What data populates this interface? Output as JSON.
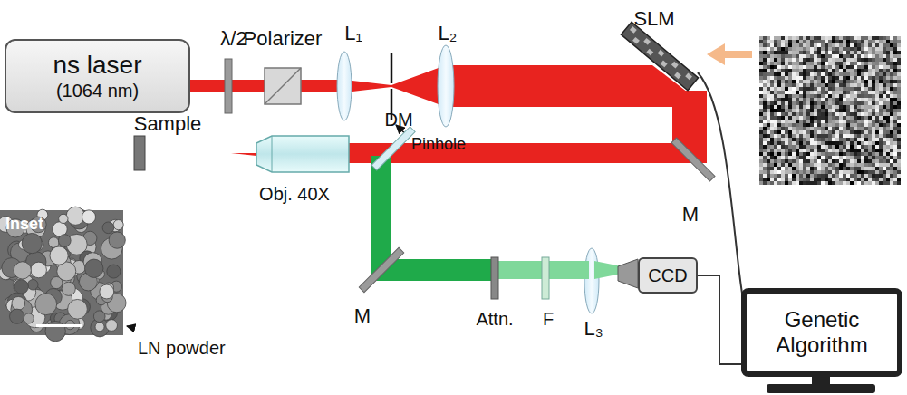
{
  "diagram": {
    "nodes": [
      {
        "text": [
          "ns laser",
          "(1064 nm)"
        ]
      },
      {
        "text": [
          "CCD"
        ]
      },
      {
        "text": [
          "Genetic Algorithm"
        ]
      }
    ],
    "edges": [
      {
        "from": 1,
        "to": 2,
        "arrow": "none"
      }
    ],
    "labels": [
      "λ/2",
      "Polarizer",
      "L₁",
      "L₂",
      "SLM",
      "Sample",
      "Pinhole",
      "DM",
      "Obj. 40X",
      "M",
      "M",
      "Attn.",
      "F",
      "L₃",
      "Inset",
      "LN powder"
    ]
  }
}
